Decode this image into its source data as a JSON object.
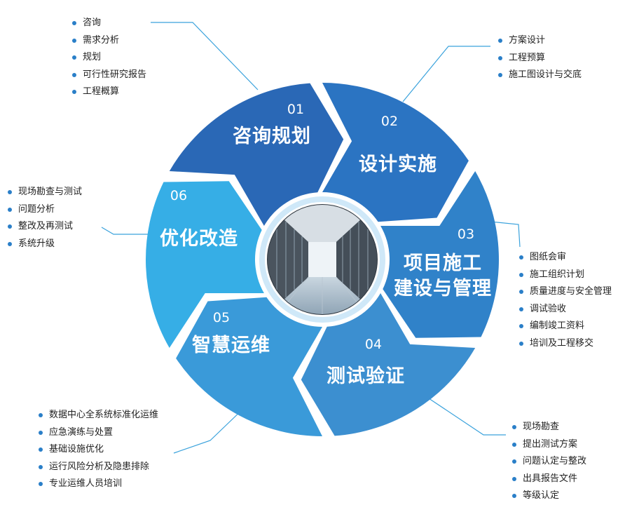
{
  "center_image": "data-center-server-aisle",
  "colors": {
    "seg01": "#2a68b6",
    "seg02": "#2b74c2",
    "seg03": "#3082c9",
    "seg04": "#3c8fd0",
    "seg05": "#3a9ad9",
    "seg06": "#36aee6",
    "ring": "#cfe8f8",
    "leader": "#3aa2dc",
    "bullet": "#2a7fc8"
  },
  "segments": [
    {
      "num": "01",
      "title": "咨询规划"
    },
    {
      "num": "02",
      "title": "设计实施"
    },
    {
      "num": "03",
      "title_lines": [
        "项目施工",
        "建设与管理"
      ]
    },
    {
      "num": "04",
      "title": "测试验证"
    },
    {
      "num": "05",
      "title": "智慧运维"
    },
    {
      "num": "06",
      "title": "优化改造"
    }
  ],
  "lists": {
    "s01": [
      "咨询",
      "需求分析",
      "规划",
      "可行性研究报告",
      "工程概算"
    ],
    "s02": [
      "方案设计",
      "工程预算",
      "施工图设计与交底"
    ],
    "s03": [
      "图纸会审",
      "施工组织计划",
      "质量进度与安全管理",
      "调试验收",
      "编制竣工资料",
      "培训及工程移交"
    ],
    "s04": [
      "现场勘查",
      "提出测试方案",
      "问题认定与整改",
      "出具报告文件",
      "等级认定"
    ],
    "s05": [
      "数据中心全系统标准化运维",
      "应急演练与处置",
      "基础设施优化",
      "运行风险分析及隐患排除",
      "专业运维人员培训"
    ],
    "s06": [
      "现场勘查与测试",
      "问题分析",
      "整改及再测试",
      "系统升级"
    ]
  }
}
